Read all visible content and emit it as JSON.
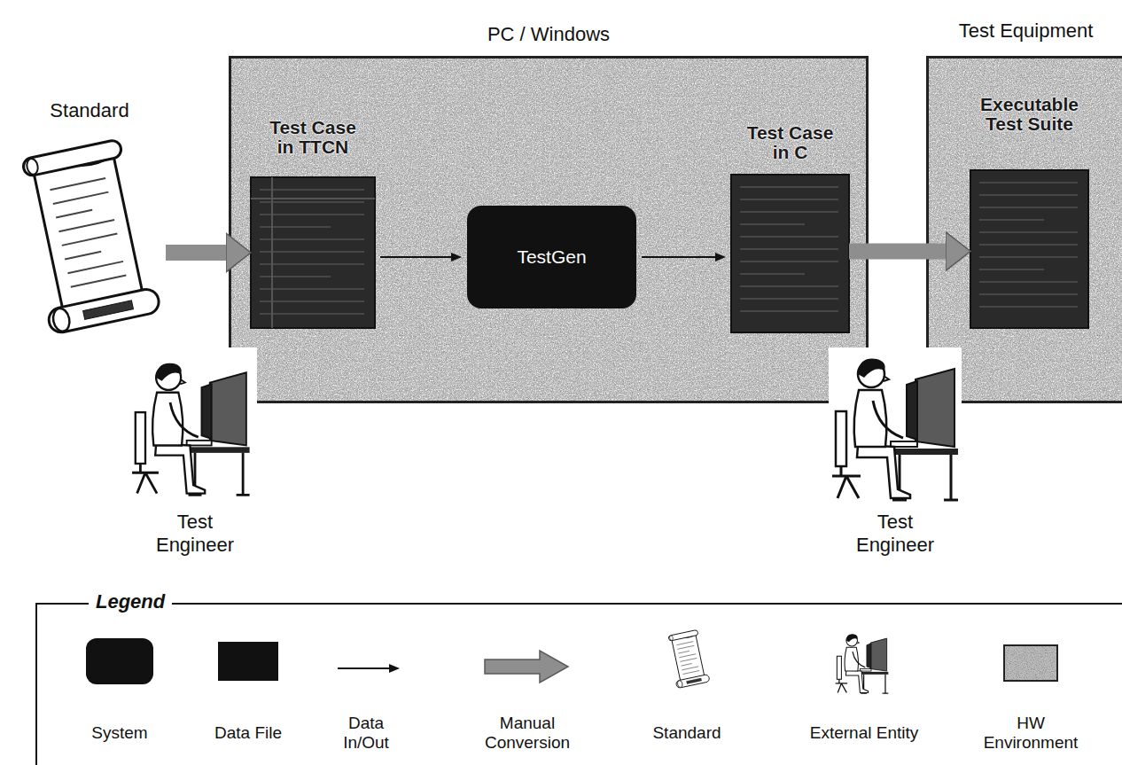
{
  "diagram": {
    "nodes": [
      {
        "text": [
          "Standard"
        ]
      },
      {
        "text": [
          "PC / Windows"
        ]
      },
      {
        "text": [
          "Test Case in TTCN"
        ],
        "in": 1
      },
      {
        "text": [
          "TestGen"
        ],
        "in": 1
      },
      {
        "text": [
          "Test Case in C"
        ],
        "in": 1
      },
      {
        "text": [
          "Test Equipment"
        ]
      },
      {
        "text": [
          "Executable Test Suite"
        ],
        "in": 5
      },
      {
        "text": [
          "Test Engineer"
        ]
      },
      {
        "text": [
          "Test Engineer"
        ]
      }
    ],
    "edges": [
      {
        "from": 0,
        "to": 2,
        "arrow": "to"
      },
      {
        "from": 2,
        "to": 3,
        "arrow": "to"
      },
      {
        "from": 3,
        "to": 4,
        "arrow": "to"
      },
      {
        "from": 4,
        "to": 6,
        "arrow": "to"
      }
    ],
    "labels": [
      "Legend"
    ],
    "legend": [
      {
        "text": "System"
      },
      {
        "text": "Data File"
      },
      {
        "text": "Data In/Out"
      },
      {
        "text": "Manual Conversion"
      },
      {
        "text": "Standard"
      },
      {
        "text": "External Entity"
      },
      {
        "text": "HW Environment"
      }
    ]
  }
}
